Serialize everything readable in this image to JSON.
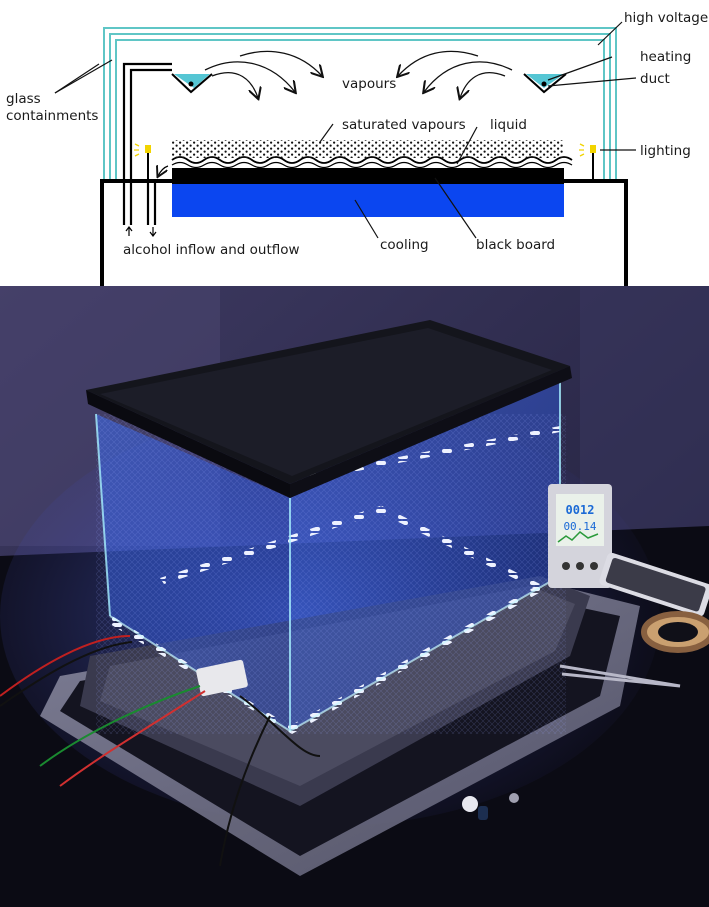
{
  "diagram": {
    "labels": {
      "high_voltage": "high voltage",
      "heating": "heating",
      "duct": "duct",
      "glass_containments_line1": "glass",
      "glass_containments_line2": "containments",
      "vapours": "vapours",
      "saturated_vapours": "saturated vapours",
      "liquid": "liquid",
      "lighting": "lighting",
      "alcohol_inflow_outflow": "alcohol inflow and outflow",
      "cooling": "cooling",
      "black_board": "black board",
      "arrow_in": "↑",
      "arrow_out": "↓"
    },
    "colors": {
      "glass": "#5fc6c6",
      "cooling": "#0b46f0",
      "black_board": "#000000",
      "heating_liquid": "#55c6d4",
      "lighting": "#f2d400"
    }
  },
  "photo": {
    "meter": {
      "reading_top": "0012",
      "reading_bottom": "00.14"
    }
  }
}
